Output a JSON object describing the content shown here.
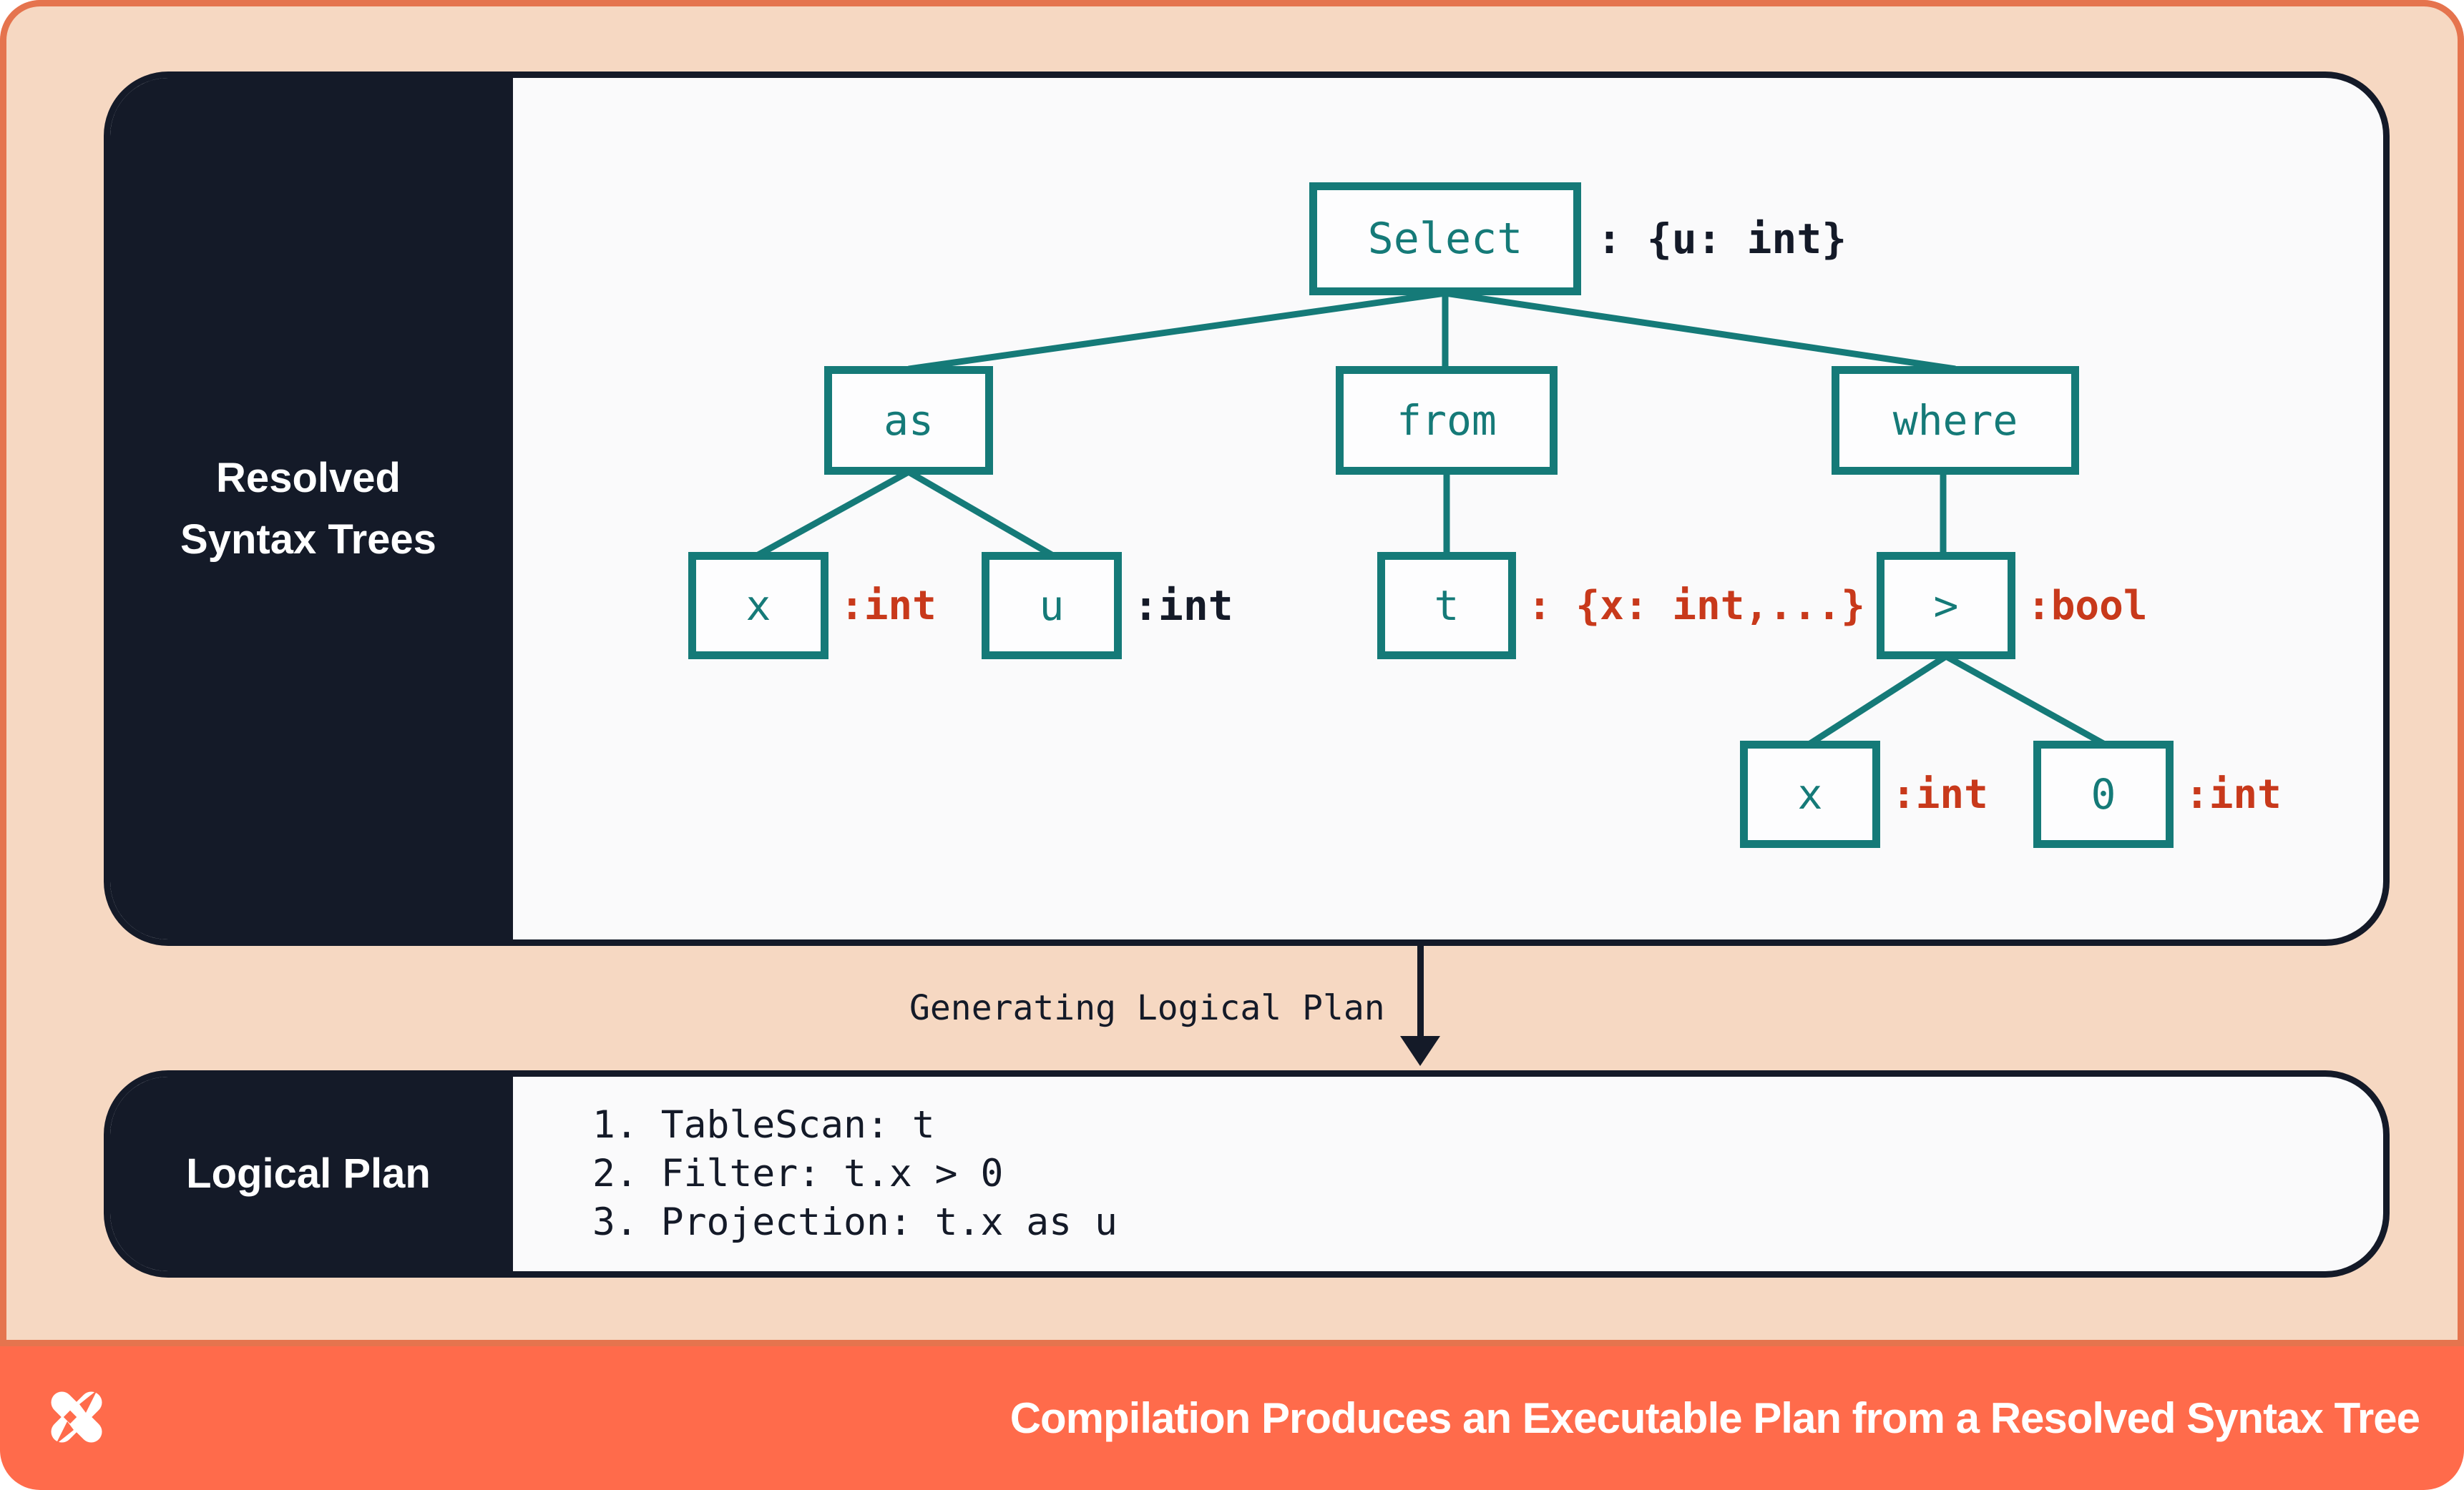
{
  "colors": {
    "frame_border_orange": "#E5744E",
    "background_peach": "#F6D8C2",
    "footer_orange": "#FF6B4B",
    "panel_navy": "#141A28",
    "panel_offwhite": "#FAFAFB",
    "node_teal": "#157A78",
    "annotation_red": "#C8391B",
    "text_white": "#FFFFFF"
  },
  "resolved_panel": {
    "sidebar_title_lines": [
      "Resolved",
      "Syntax Trees"
    ],
    "tree": {
      "select": {
        "label": "Select",
        "annotation": ": {u: int}"
      },
      "as": {
        "label": "as"
      },
      "from": {
        "label": "from"
      },
      "where": {
        "label": "where"
      },
      "x_as": {
        "label": "x",
        "annotation": ":int"
      },
      "u_as": {
        "label": "u",
        "annotation": ":int"
      },
      "t_from": {
        "label": "t",
        "annotation": ": {x: int,...}"
      },
      "gt_where": {
        "label": ">",
        "annotation": ":bool"
      },
      "x_gt": {
        "label": "x",
        "annotation": ":int"
      },
      "zero_gt": {
        "label": "0",
        "annotation": ":int"
      }
    }
  },
  "transition": {
    "label": "Generating Logical Plan"
  },
  "logical_panel": {
    "sidebar_title": "Logical Plan",
    "steps": [
      "1. TableScan: t",
      "2. Filter: t.x > 0",
      "3. Projection: t.x as u"
    ]
  },
  "footer": {
    "title": "Compilation Produces an Executable Plan from a Resolved Syntax Tree"
  }
}
